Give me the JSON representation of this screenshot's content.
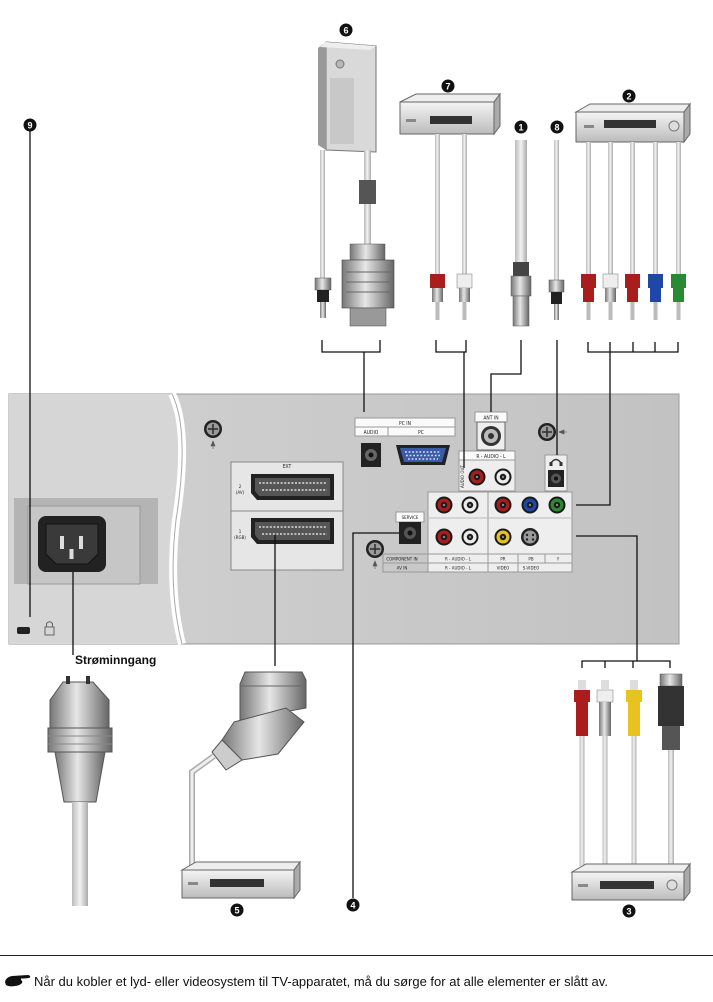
{
  "callouts": {
    "n1": "1",
    "n2": "2",
    "n3": "3",
    "n4": "4",
    "n5": "5",
    "n6": "6",
    "n7": "7",
    "n8": "8",
    "n9": "9"
  },
  "panel_labels": {
    "pc_in": "PC IN",
    "audio": "AUDIO",
    "pc": "PC",
    "ant_in": "ANT IN",
    "audio_out": "AUDIO OUT",
    "audio_rl": "R - AUDIO - L",
    "ext": "EXT",
    "ext2_num": "2",
    "ext2_av": "(AV)",
    "ext1_num": "1",
    "ext1_rgb": "(RGB)",
    "service": "SERVICE",
    "component_in": "COMPONENT IN",
    "av_in": "AV IN",
    "pr": "PR",
    "pb": "PB",
    "y": "Y",
    "video": "VIDEO",
    "svideo": "S-VIDEO",
    "headphone_icon": "headphone-icon"
  },
  "power_label": "Strøminngang",
  "note": {
    "icon": "pointing-hand-icon",
    "text": "Når du kobler et lyd- eller videosystem til TV-apparatet, må du sørge for at alle elementer er slått av."
  },
  "colors": {
    "red": "#a91d1d",
    "white": "#e8e8e8",
    "yellow": "#e8c21e",
    "blue": "#1f47a8",
    "green": "#2a8a32",
    "panel": "#c9c9c9"
  }
}
